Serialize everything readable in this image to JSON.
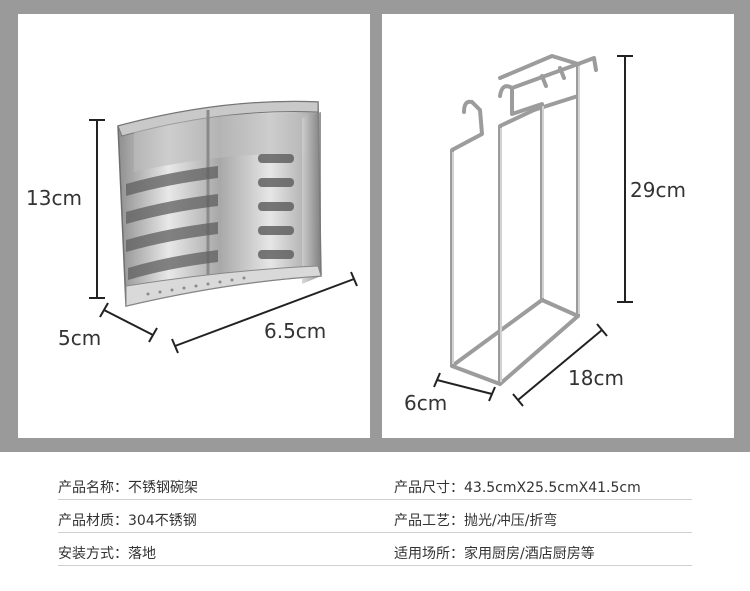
{
  "dimensions": {
    "height_left": "13cm",
    "depth_left": "5cm",
    "width_left": "6.5cm",
    "height_right": "29cm",
    "depth_right": "6cm",
    "width_right": "18cm"
  },
  "specs": [
    {
      "left": "产品名称：不锈钢碗架",
      "right": "产品尺寸：43.5cmX25.5cmX41.5cm"
    },
    {
      "left": "产品材质：304不锈钢",
      "right": "产品工艺：抛光/冲压/折弯"
    },
    {
      "left": "安装方式：落地",
      "right": "适用场所：家用厨房/酒店厨房等"
    }
  ],
  "colors": {
    "frame_gray": "#9a9a9a",
    "steel": "#b8b8b8"
  }
}
